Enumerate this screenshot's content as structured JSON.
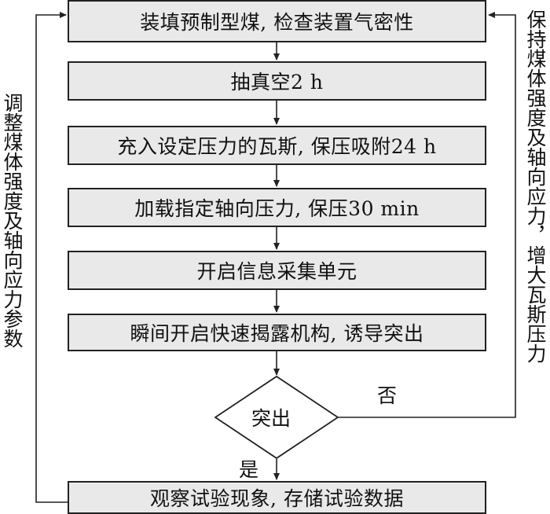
{
  "steps": {
    "s1": "装填预制型煤, 检查装置气密性",
    "s2": "抽真空2 h",
    "s3": "充入设定压力的瓦斯, 保压吸附24 h",
    "s4": "加载指定轴向压力, 保压30 min",
    "s5": "开启信息采集单元",
    "s6": "瞬间开启快速揭露机构, 诱导突出",
    "decision": "突出",
    "s7": "观察试验现象, 存储试验数据"
  },
  "branches": {
    "yes": "是",
    "no": "否"
  },
  "side_labels": {
    "left": "调整煤体强度及轴向应力参数",
    "right": "保持煤体强度及轴向应力，增大瓦斯压力"
  }
}
